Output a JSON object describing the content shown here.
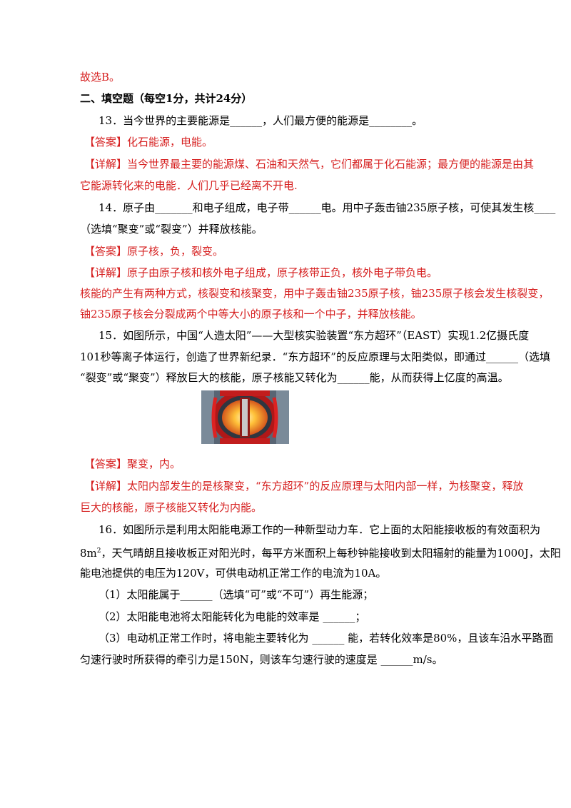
{
  "lines": {
    "l1": "故选B。",
    "l2": "二、填空题（每空1分，共计24分）",
    "l3": "13．当今世界的主要能源是______，人们最方便的能源是________。",
    "l4": "【答案】化石能源，电能。",
    "l5": "【详解】当今世界最主要的能源煤、石油和天然气，它们都属于化石能源；最方便的能源是由其",
    "l6": "它能源转化来的电能．人们几乎已经离不开电.",
    "l7": "14．原子由_______和电子组成，电子带______电。用中子轰击铀235原子核，可使其发生核____",
    "l8": "（选填“聚变”或“裂变”）并释放核能。",
    "l9": "【答案】原子核，负，裂变。",
    "l10": "【详解】原子由原子核和核外电子组成，原子核带正负，核外电子带负电。",
    "l11": "核能的产生有两种方式，核裂变和核聚变，用中子轰击铀235原子核，铀235原子核会发生核裂变，",
    "l12": "铀235原子核会分裂成两个中等大小的原子核和一个中子，并释放核能。",
    "l13": "15．如图所示，中国“人造太阳”——大型核实验装置“东方超环”（EAST）实现1.2亿摄氏度",
    "l14": "101秒等离子体运行，创造了世界新纪录．“东方超环”的反应原理与太阳类似，即通过______（选填",
    "l15": "“裂变”或“聚变”）释放巨大的核能，原子核能又转化为______能，从而获得上亿度的高温。",
    "l16": "【答案】聚变，内。",
    "l17": "【详解】太阳内部发生的是核聚变，“东方超环”的反应原理与太阳内部一样，为核聚变，释放",
    "l18": "巨大的核能，原子核能又转化为内能。",
    "l19": "16．如图所示是利用太阳能电源工作的一种新型动力车．它上面的太阳能接收板的有效面积为",
    "l20a": "8m",
    "l20sup": "2",
    "l20b": "，天气晴朗且接收板正对阳光时，每平方米面积上每秒钟能接收到太阳辐射的能量为1000J，太阳",
    "l21": "能电池提供的电压为120V，可供电动机正常工作的电流为10A。",
    "l22": "（1）太阳能属于______（选填“可”或“不可”）再生能源；",
    "l23": "（2）太阳能电池将太阳能转化为电能的效率是 ______；",
    "l24": "（3）电动机正常工作时，将电能主要转化为 ______ 能，若转化效率是80%，且该车沿水平路面",
    "l25": "匀速行驶时所获得的牵引力是150N，则该车匀速行驶的速度是 ______m/s。"
  },
  "colors": {
    "answer": "#d61f1f",
    "text": "#000000"
  }
}
